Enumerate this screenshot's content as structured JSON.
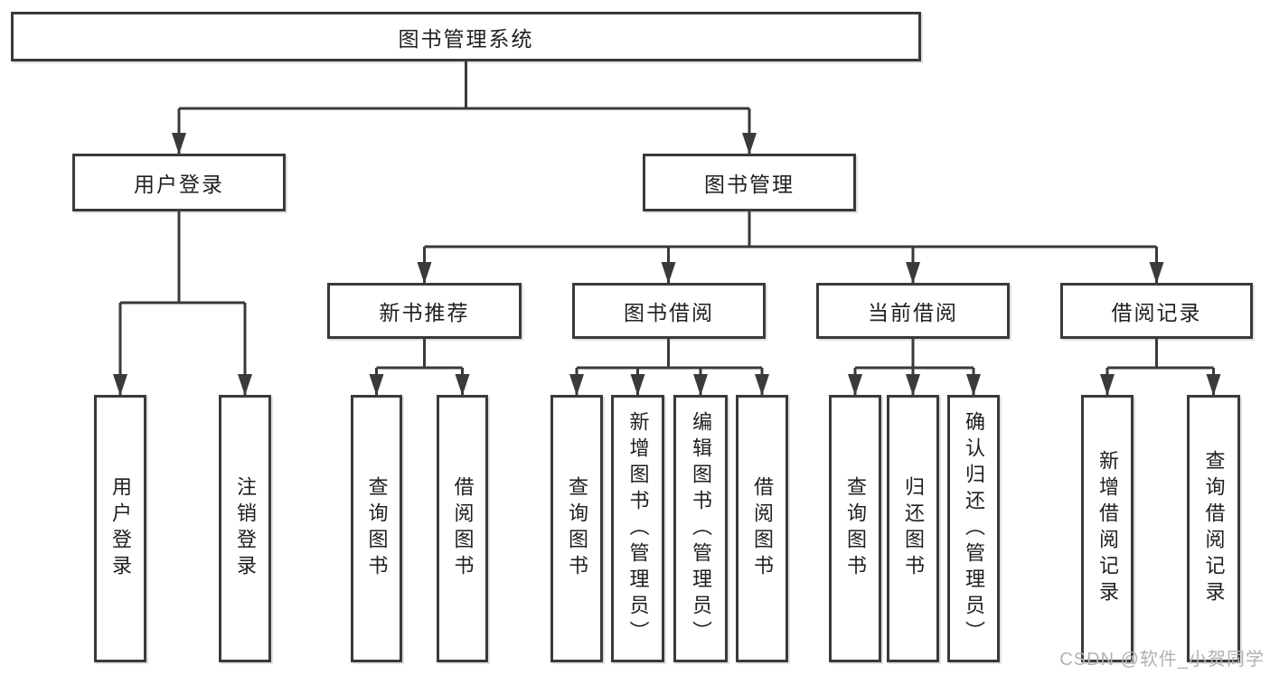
{
  "page": {
    "background": "#ffffff",
    "line_color": "#3a3a3a",
    "text_color": "#1f1f1f"
  },
  "tree": {
    "label": "图书管理系统",
    "children": [
      {
        "label": "用户登录",
        "children": [
          {
            "label": "用户登录"
          },
          {
            "label": "注销登录"
          }
        ]
      },
      {
        "label": "图书管理",
        "children": [
          {
            "label": "新书推荐",
            "children": [
              {
                "label": "查询图书"
              },
              {
                "label": "借阅图书"
              }
            ]
          },
          {
            "label": "图书借阅",
            "children": [
              {
                "label": "查询图书"
              },
              {
                "label": "新增图书（管理员）"
              },
              {
                "label": "编辑图书（管理员）"
              },
              {
                "label": "借阅图书"
              }
            ]
          },
          {
            "label": "当前借阅",
            "children": [
              {
                "label": "查询图书"
              },
              {
                "label": "归还图书"
              },
              {
                "label": "确认归还（管理员）"
              }
            ]
          },
          {
            "label": "借阅记录",
            "children": [
              {
                "label": "新增借阅记录"
              },
              {
                "label": "查询借阅记录"
              }
            ]
          }
        ]
      }
    ]
  },
  "watermark": "CSDN @软件_小贺同学"
}
